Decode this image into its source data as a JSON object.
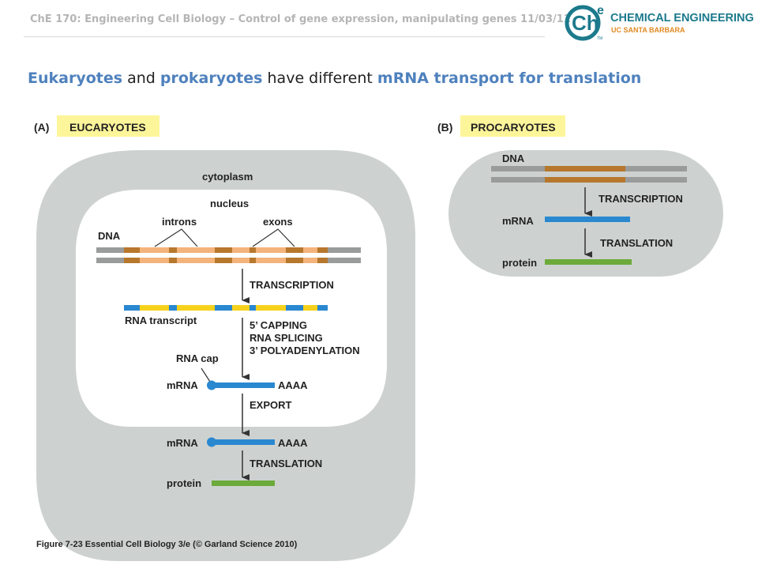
{
  "header": {
    "course_line": "ChE 170: Engineering Cell Biology – Control of gene expression, manipulating genes 11/03/11",
    "logo": {
      "mark": "Ch",
      "superscript": "e",
      "line1": "CHEMICAL ENGINEERING",
      "line2": "UC SANTA BARBARA",
      "tm": "TM"
    }
  },
  "slide_title": {
    "part1": "Eukaryotes",
    "part2": " and ",
    "part3": "prokaryotes",
    "part4": " have different ",
    "part5": "mRNA transport for translation"
  },
  "panel_a": {
    "tag": "(A)",
    "heading": "EUCARYOTES",
    "cytoplasm": "cytoplasm",
    "nucleus": "nucleus",
    "introns": "introns",
    "exons": "exons",
    "dna": "DNA",
    "transcription": "TRANSCRIPTION",
    "rna_transcript": "RNA transcript",
    "capping": "5’ CAPPING",
    "splicing": "RNA SPLICING",
    "polyadenylation": "3’ POLYADENYLATION",
    "rna_cap": "RNA cap",
    "mrna_nucleus": "mRNA",
    "poly_a_nucleus": "AAAA",
    "export": "EXPORT",
    "mrna_cytoplasm": "mRNA",
    "poly_a_cytoplasm": "AAAA",
    "translation": "TRANSLATION",
    "protein": "protein"
  },
  "panel_b": {
    "tag": "(B)",
    "heading": "PROCARYOTES",
    "dna": "DNA",
    "transcription": "TRANSCRIPTION",
    "mrna": "mRNA",
    "translation": "TRANSLATION",
    "protein": "protein"
  },
  "caption": "Figure 7-23  Essential Cell Biology 3/e (© Garland Science 2010)",
  "colors": {
    "cell_gray": "#cdd2d0",
    "nucleus_white": "#ffffff",
    "heading_yellow": "#fdf59a",
    "dna_gray": "#9a9c9b",
    "exon_brown": "#b7772d",
    "intron_orange": "#f3b37b",
    "rna_blue": "#2a88d0",
    "rna_yellow": "#f6d21c",
    "protein_green": "#6caa3b",
    "title_blue": "#4f81bd",
    "logo_teal": "#1c7a8c",
    "logo_orange": "#e08a22"
  }
}
